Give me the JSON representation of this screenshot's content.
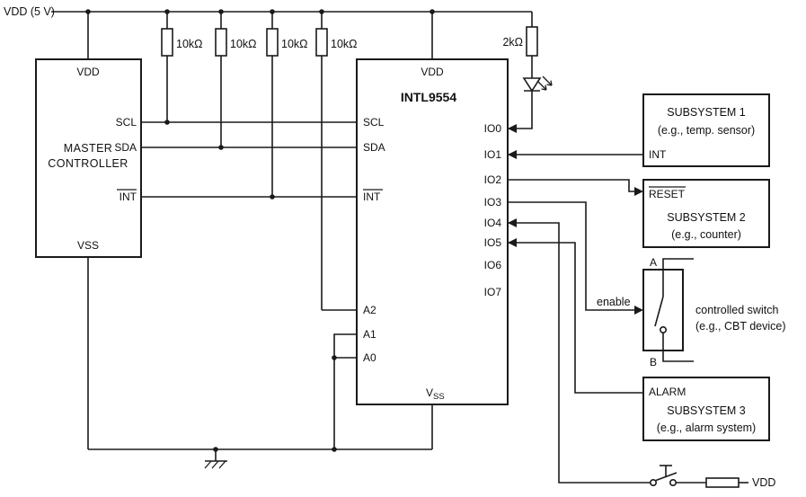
{
  "power": {
    "vdd_rail": "VDD (5 V)",
    "vdd_right": "VDD"
  },
  "resistors": {
    "r1": "10kΩ",
    "r2": "10kΩ",
    "r3": "10kΩ",
    "r4": "10kΩ",
    "r5": "2kΩ"
  },
  "master": {
    "name_line1": "MASTER",
    "name_line2": "CONTROLLER",
    "pin_vdd": "VDD",
    "pin_scl": "SCL",
    "pin_sda": "SDA",
    "pin_int": "INT",
    "pin_vss": "VSS"
  },
  "expander": {
    "name": "INTL9554",
    "pin_vdd": "VDD",
    "pin_scl": "SCL",
    "pin_sda": "SDA",
    "pin_int": "INT",
    "pin_a2": "A2",
    "pin_a1": "A1",
    "pin_a0": "A0",
    "pin_vss_v": "V",
    "pin_vss_ss": "SS",
    "io_pins": [
      "IO0",
      "IO1",
      "IO2",
      "IO3",
      "IO4",
      "IO5",
      "IO6",
      "IO7"
    ]
  },
  "subsystem1": {
    "name": "SUBSYSTEM 1",
    "desc": "(e.g., temp. sensor)",
    "pin_int": "INT"
  },
  "subsystem2": {
    "name": "SUBSYSTEM 2",
    "desc": "(e.g., counter)",
    "pin_reset": "RESET"
  },
  "cswitch": {
    "terminal_a": "A",
    "terminal_b": "B",
    "enable": "enable",
    "name": "controlled switch",
    "desc": "(e.g., CBT device)"
  },
  "subsystem3": {
    "pin_alarm": "ALARM",
    "name": "SUBSYSTEM 3",
    "desc": "(e.g., alarm system)"
  }
}
